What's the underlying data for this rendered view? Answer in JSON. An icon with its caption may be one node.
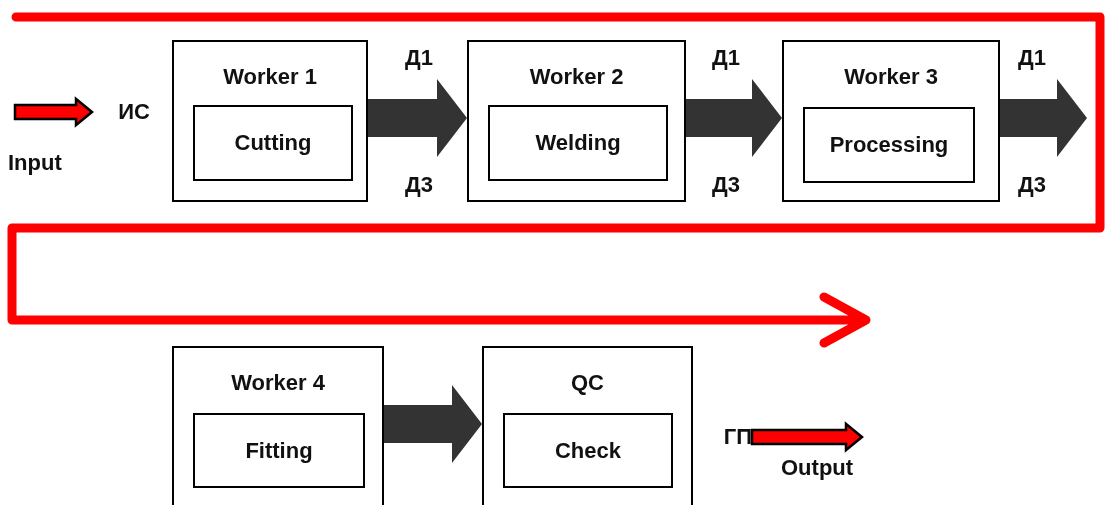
{
  "diagram": {
    "nodes": [
      {
        "text": [
          "Worker 1"
        ]
      },
      {
        "text": [
          "Cutting"
        ],
        "in": 0
      },
      {
        "text": [
          "Worker 2"
        ]
      },
      {
        "text": [
          "Welding"
        ],
        "in": 2
      },
      {
        "text": [
          "Worker 3"
        ]
      },
      {
        "text": [
          "Processing"
        ],
        "in": 4
      },
      {
        "text": [
          "Worker 4"
        ]
      },
      {
        "text": [
          "Fitting"
        ],
        "in": 6
      },
      {
        "text": [
          "QC"
        ]
      },
      {
        "text": [
          "Check"
        ],
        "in": 8
      },
      {
        "text": [
          "ИС"
        ]
      },
      {
        "text": [
          "ГП"
        ]
      }
    ],
    "edges": [
      {
        "from": null,
        "to": 10,
        "arrow": "to",
        "color": "#ff0000"
      },
      {
        "from": 0,
        "to": 2,
        "arrow": "to",
        "style": "thick"
      },
      {
        "from": 2,
        "to": 4,
        "arrow": "to",
        "style": "thick"
      },
      {
        "from": 4,
        "to": null,
        "arrow": "to",
        "style": "thick"
      },
      {
        "from": 6,
        "to": 8,
        "arrow": "to",
        "style": "thick"
      },
      {
        "from": 11,
        "to": null,
        "arrow": "to",
        "color": "#ff0000"
      }
    ],
    "labels": [
      "Д1",
      "Д1",
      "Д1",
      "Input",
      "Д3",
      "Д3",
      "Д3",
      "Output"
    ]
  }
}
